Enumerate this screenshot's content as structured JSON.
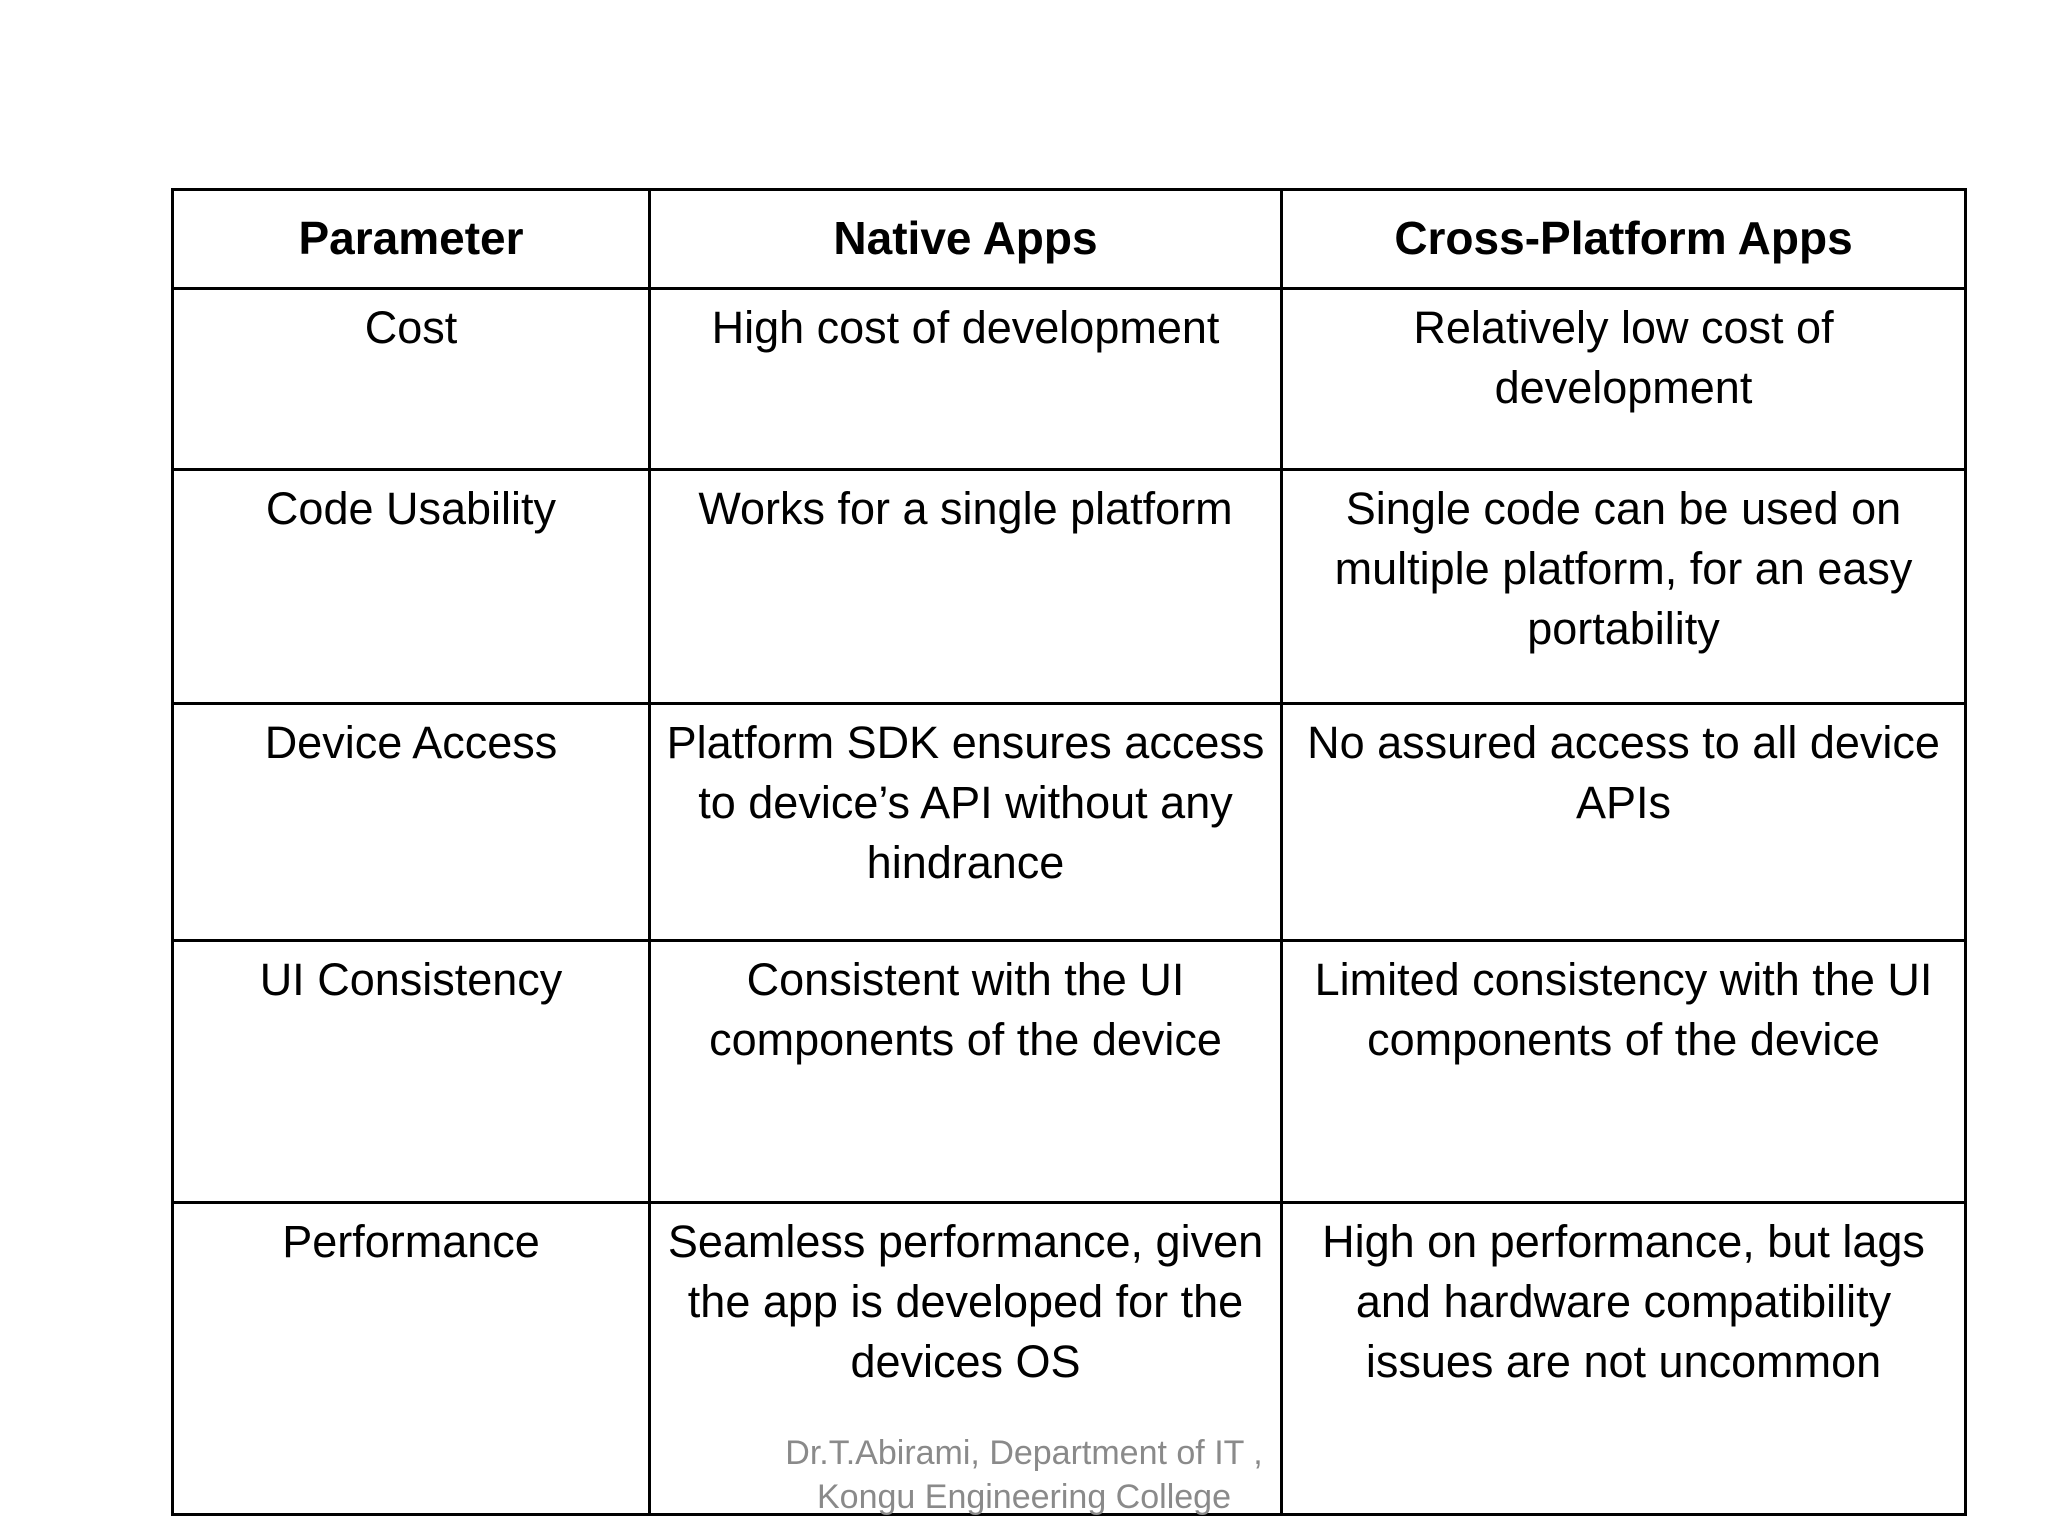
{
  "slide": {
    "background_color": "#ffffff",
    "text_color": "#000000",
    "border_color": "#000000",
    "footer_color": "#8a8a8a"
  },
  "table": {
    "headers": {
      "parameter": "Parameter",
      "native": "Native Apps",
      "cross": "Cross-Platform Apps"
    },
    "rows": [
      {
        "parameter": "Cost",
        "native": "High cost of development",
        "cross": "Relatively low cost of development"
      },
      {
        "parameter": "Code Usability",
        "native": "Works for a single platform",
        "cross": "Single code can be used on multiple platform, for an easy portability"
      },
      {
        "parameter": "Device Access",
        "native": "Platform SDK ensures access to device’s API without any hindrance",
        "cross": "No assured access to all device APIs"
      },
      {
        "parameter": "UI Consistency",
        "native": "Consistent with the UI components of the device",
        "cross": "Limited consistency with the UI components of the device"
      },
      {
        "parameter": "Performance",
        "native": "Seamless performance, given the app is developed for the devices OS",
        "cross": "High on performance, but lags and hardware compatibility issues are not uncommon"
      }
    ]
  },
  "footer": {
    "line1": "Dr.T.Abirami, Department of IT ,",
    "line2": "Kongu Engineering College"
  }
}
